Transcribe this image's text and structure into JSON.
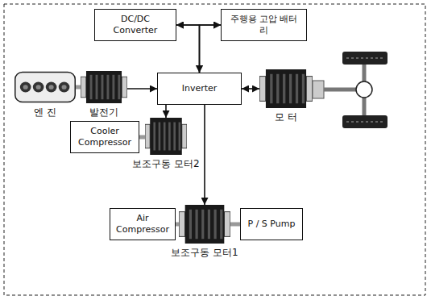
{
  "diagram": {
    "nodes": [
      {
        "text": [
          "DC/DC Converter"
        ]
      },
      {
        "text": [
          "주행용 고압 배터리"
        ]
      },
      {
        "text": [
          "Inverter"
        ]
      },
      {
        "text": [
          "엔 진"
        ]
      },
      {
        "text": [
          "발전기"
        ]
      },
      {
        "text": [
          "모 터"
        ]
      },
      {
        "text": [
          "Cooler Compressor"
        ]
      },
      {
        "text": [
          "보조구동 모터2"
        ]
      },
      {
        "text": [
          "Air Compressor"
        ]
      },
      {
        "text": [
          "보조구동 모터1"
        ]
      },
      {
        "text": [
          "P / S Pump"
        ]
      }
    ],
    "edges": [
      {
        "from": 0,
        "to": 1,
        "arrow": "both"
      },
      {
        "from": 2,
        "to": 0,
        "arrow": "both"
      },
      {
        "from": 2,
        "to": 1,
        "arrow": "both"
      },
      {
        "from": 3,
        "to": 4,
        "arrow": "none"
      },
      {
        "from": 4,
        "to": 2,
        "arrow": "to"
      },
      {
        "from": 2,
        "to": 5,
        "arrow": "both"
      },
      {
        "from": 2,
        "to": 7,
        "arrow": "to"
      },
      {
        "from": 2,
        "to": 9,
        "arrow": "to"
      },
      {
        "from": 6,
        "to": 7,
        "arrow": "none"
      },
      {
        "from": 8,
        "to": 9,
        "arrow": "none"
      },
      {
        "from": 9,
        "to": 10,
        "arrow": "none"
      }
    ]
  }
}
